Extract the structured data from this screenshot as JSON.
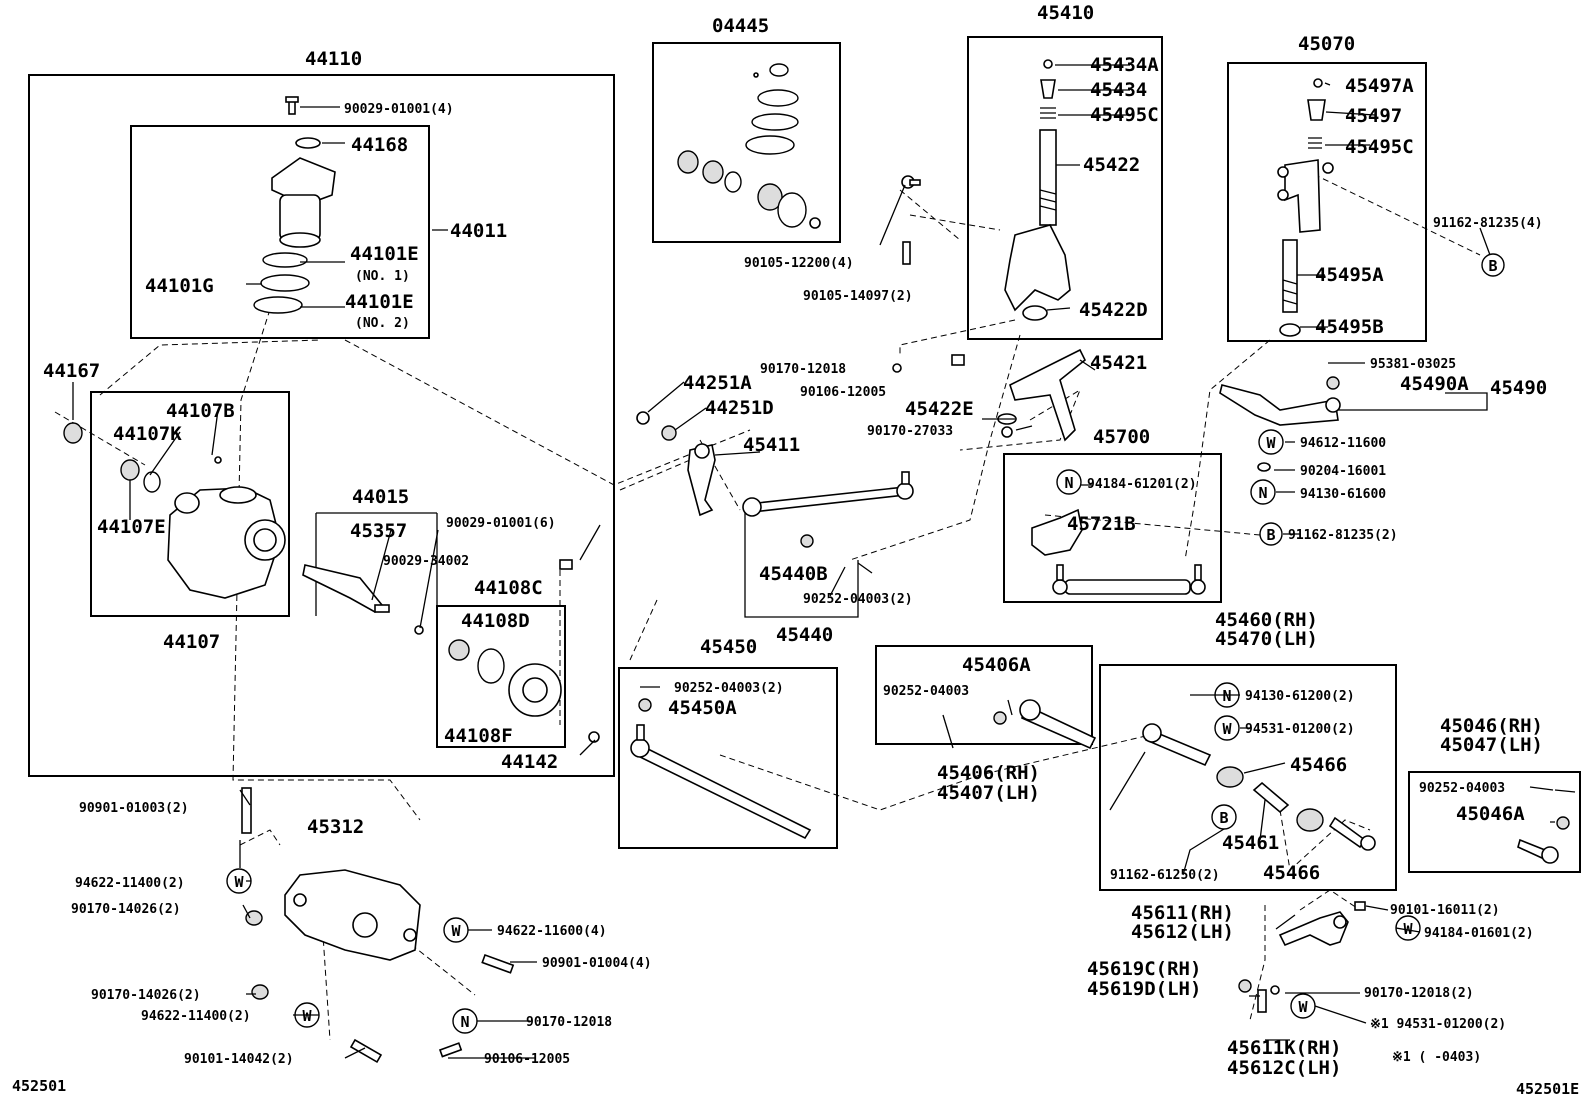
{
  "labels": {
    "g44110": "44110",
    "p90029_01001_4": "90029-01001(4)",
    "p44168": "44168",
    "p44011": "44011",
    "p44101E_1": "44101E",
    "no1": "(NO. 1)",
    "p44101G": "44101G",
    "p44101E_2": "44101E",
    "no2": "(NO. 2)",
    "p44167": "44167",
    "p44107B": "44107B",
    "p44107K": "44107K",
    "p44107E": "44107E",
    "p44107": "44107",
    "p44015": "44015",
    "p45357": "45357",
    "p90029_01001_6": "90029-01001(6)",
    "p90029_34002": "90029-34002",
    "p44108C": "44108C",
    "p44108D": "44108D",
    "p44108F": "44108F",
    "p44142": "44142",
    "g04445": "04445",
    "g45410": "45410",
    "p45434A": "45434A",
    "p45434": "45434",
    "p45495C_1": "45495C",
    "p45422": "45422",
    "p45422D": "45422D",
    "p90105_12200": "90105-12200(4)",
    "p90105_14097": "90105-14097(2)",
    "g45070": "45070",
    "p45497A": "45497A",
    "p45497": "45497",
    "p45495C_2": "45495C",
    "p91162_81235_4": "91162-81235(4)",
    "p45495A": "45495A",
    "p45495B": "45495B",
    "p90170_12018_a": "90170-12018",
    "p90106_12005_a": "90106-12005",
    "p45421": "45421",
    "p95381_03025": "95381-03025",
    "p45490A": "45490A",
    "p45490": "45490",
    "p44251A": "44251A",
    "p44251D": "44251D",
    "p45422E": "45422E",
    "p90170_27033": "90170-27033",
    "p45411": "45411",
    "g45700": "45700",
    "p94612_11600": "94612-11600",
    "p94184_61201": "94184-61201(2)",
    "p90204_16001": "90204-16001",
    "p94130_61600": "94130-61600",
    "p45721B": "45721B",
    "p91162_81235_2": "91162-81235(2)",
    "p45440B": "45440B",
    "p90252_04003_2a": "90252-04003(2)",
    "p45440": "45440",
    "g45450": "45450",
    "p90252_04003_2b": "90252-04003(2)",
    "p45450A": "45450A",
    "p45406A": "45406A",
    "p90252_04003_c": "90252-04003",
    "p45406": "45406(RH)",
    "p45407": "45407(LH)",
    "p45460": "45460(RH)",
    "p45470": "45470(LH)",
    "p94130_61200": "94130-61200(2)",
    "p94531_01200_2a": "94531-01200(2)",
    "p45466_a": "45466",
    "p45461": "45461",
    "p91162_61250": "91162-61250(2)",
    "p45466_b": "45466",
    "p45046": "45046(RH)",
    "p45047": "45047(LH)",
    "p90252_04003_d": "90252-04003",
    "p45046A": "45046A",
    "p90901_01003": "90901-01003(2)",
    "p45312": "45312",
    "p94622_11400_a": "94622-11400(2)",
    "p90170_14026_a": "90170-14026(2)",
    "p94622_11600": "94622-11600(4)",
    "p90901_01004": "90901-01004(4)",
    "p90170_14026_b": "90170-14026(2)",
    "p94622_11400_b": "94622-11400(2)",
    "p90170_12018_b": "90170-12018",
    "p90101_14042": "90101-14042(2)",
    "p90106_12005_b": "90106-12005",
    "p45611": "45611(RH)",
    "p45612": "45612(LH)",
    "p90101_16011": "90101-16011(2)",
    "p94184_01601": "94184-01601(2)",
    "p45619C": "45619C(RH)",
    "p45619D": "45619D(LH)",
    "p90170_12018_c": "90170-12018(2)",
    "p94531_01200_mark": "※1 94531-01200(2)",
    "p45611K": "45611K(RH)",
    "p45612C": "45612C(LH)",
    "note1": "※1 (     -0403)",
    "corner_left": "452501",
    "corner_right": "452501E"
  },
  "symbols": {
    "W": "W",
    "N": "N",
    "B": "B"
  }
}
